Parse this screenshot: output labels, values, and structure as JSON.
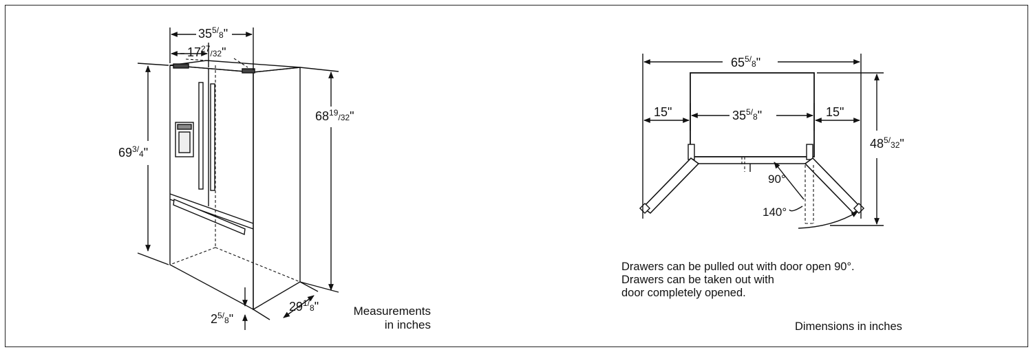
{
  "left_figure": {
    "dim_width": {
      "main": "35",
      "sup": "5/",
      "sub": "8",
      "unit": "\""
    },
    "dim_half_width": {
      "main": "17",
      "sup": "27",
      "sub": "/32",
      "unit": "\""
    },
    "dim_height_total": {
      "main": "69",
      "sup": "3/",
      "sub": "4",
      "unit": "\""
    },
    "dim_height_body": {
      "main": "68",
      "sup": "19",
      "sub": "/32",
      "unit": "\""
    },
    "dim_depth": {
      "main": "29",
      "sup": "1/",
      "sub": "8",
      "unit": "\""
    },
    "dim_door": {
      "main": "2",
      "sup": "5/",
      "sub": "8",
      "unit": "\""
    },
    "caption_line1": "Measurements",
    "caption_line2": "in inches"
  },
  "right_figure": {
    "dim_total_width": {
      "main": "65",
      "sup": "5/",
      "sub": "8",
      "unit": "\""
    },
    "dim_clear_left": "15\"",
    "dim_clear_right": "15\"",
    "dim_cabinet_width": {
      "main": "35",
      "sup": "5/",
      "sub": "8",
      "unit": "\""
    },
    "dim_depth_open": {
      "main": "48",
      "sup": "5/",
      "sub": "32",
      "unit": "\""
    },
    "angle_90": "90°",
    "angle_140": "140°",
    "note_line1": "Drawers can be pulled out with door open 90°.",
    "note_line2": "Drawers can be taken out with",
    "note_line3": "door completely opened.",
    "caption": "Dimensions in inches"
  }
}
